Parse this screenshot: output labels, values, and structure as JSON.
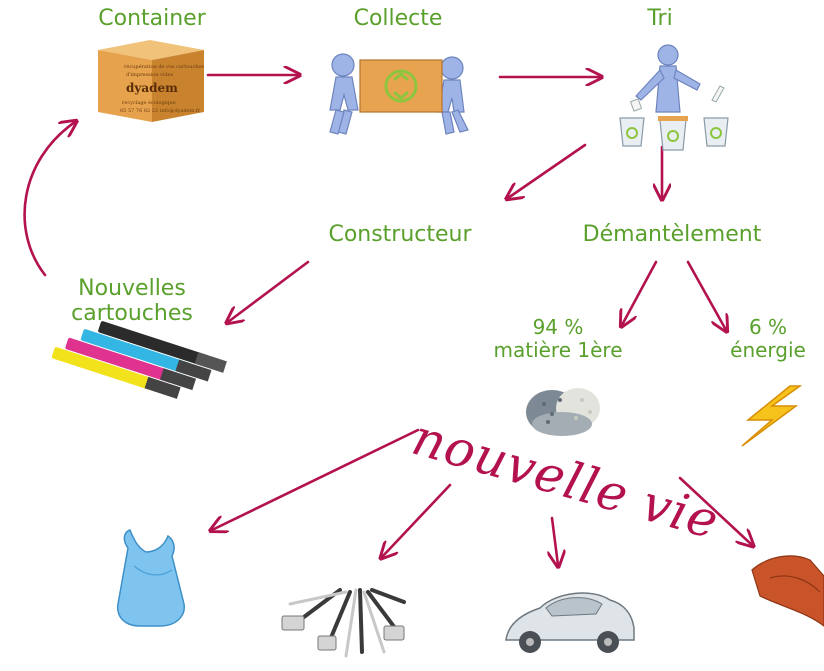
{
  "nodes": {
    "container": "Container",
    "collecte": "Collecte",
    "tri": "Tri",
    "constructeur": "Constructeur",
    "demantelement": "Démantèlement",
    "nouvelles_cartouches_1": "Nouvelles",
    "nouvelles_cartouches_2": "cartouches",
    "matiere_pct": "94 %",
    "matiere_label": "matière 1ère",
    "energie_pct": "6 %",
    "energie_label": "énergie"
  },
  "center_text": "nouvelle vie",
  "box_text": {
    "line1": "récupération de vos cartouches",
    "line2": "d'impression vides",
    "brand": "dyadem",
    "line3": "recyclage écologique",
    "line4": "05 57 76 82 22 info@dyadem.fr"
  },
  "colors": {
    "label_green": "#5aa02c",
    "arrow": "#b3124f",
    "figure_blue": "#9fb4e6",
    "box_orange": "#e7a34f",
    "recycle_green": "#8cc63f"
  },
  "icons": [
    "recycle-icon",
    "lightning-icon"
  ]
}
